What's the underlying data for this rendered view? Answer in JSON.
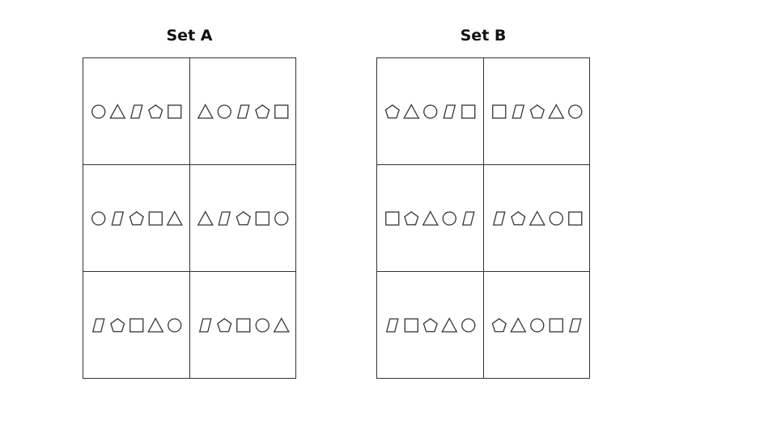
{
  "colors": {
    "stroke": "#333333",
    "background": "#ffffff",
    "title": "#111111"
  },
  "sets": [
    {
      "title": "Set A",
      "cells": [
        [
          "circle",
          "triangle",
          "parallelogram",
          "pentagon",
          "square"
        ],
        [
          "triangle",
          "circle",
          "parallelogram",
          "pentagon",
          "square"
        ],
        [
          "circle",
          "parallelogram",
          "pentagon",
          "square",
          "triangle"
        ],
        [
          "triangle",
          "parallelogram",
          "pentagon",
          "square",
          "circle"
        ],
        [
          "parallelogram",
          "pentagon",
          "square",
          "triangle",
          "circle"
        ],
        [
          "parallelogram",
          "pentagon",
          "square",
          "circle",
          "triangle"
        ]
      ]
    },
    {
      "title": "Set B",
      "cells": [
        [
          "pentagon",
          "triangle",
          "circle",
          "parallelogram",
          "square"
        ],
        [
          "square",
          "parallelogram",
          "pentagon",
          "triangle",
          "circle"
        ],
        [
          "square",
          "pentagon",
          "triangle",
          "circle",
          "parallelogram"
        ],
        [
          "parallelogram",
          "pentagon",
          "triangle",
          "circle",
          "square"
        ],
        [
          "parallelogram",
          "square",
          "pentagon",
          "triangle",
          "circle"
        ],
        [
          "pentagon",
          "triangle",
          "circle",
          "square",
          "parallelogram"
        ]
      ]
    }
  ]
}
